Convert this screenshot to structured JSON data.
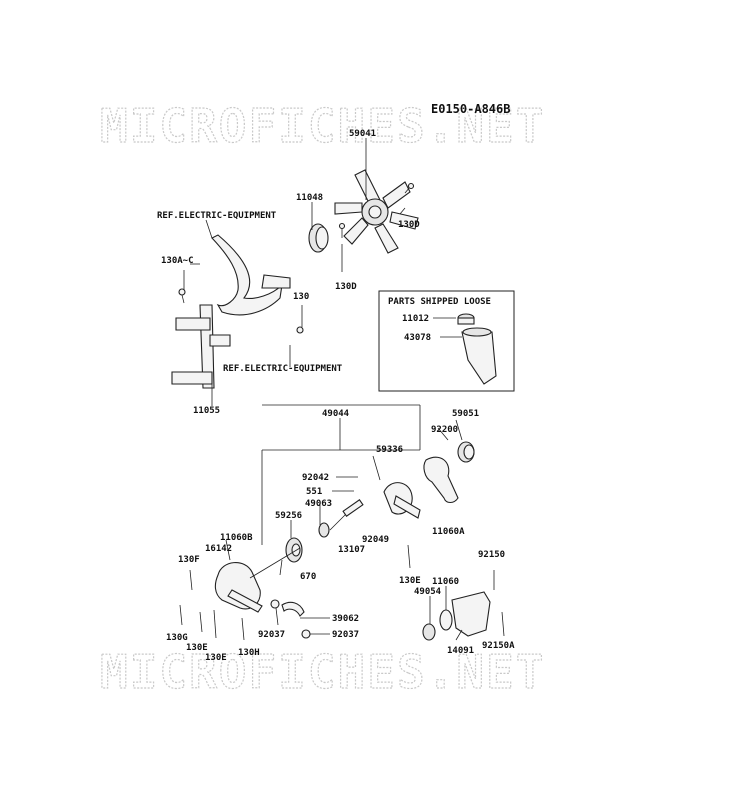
{
  "watermark_top": "MICROFICHES.NET",
  "watermark_bottom": "MICROFICHES.NET",
  "diagram_code": "E0150-A846B",
  "box_title": "PARTS SHIPPED LOOSE",
  "ref_label": "REF.ELECTRIC-EQUIPMENT",
  "labels": {
    "l59041": "59041",
    "l11048": "11048",
    "l130D_a": "130D",
    "l130D_b": "130D",
    "l130Ac": "130A~C",
    "l130": "130",
    "l11055": "11055",
    "l11012": "11012",
    "l43078": "43078",
    "l49044": "49044",
    "l59051": "59051",
    "l92200": "92200",
    "l59336": "59336",
    "l92042": "92042",
    "l551": "551",
    "l49063": "49063",
    "l59256": "59256",
    "l92049": "92049",
    "l13107": "13107",
    "l11060A": "11060A",
    "l11060B": "11060B",
    "l16142": "16142",
    "l130F": "130F",
    "l670": "670",
    "l130E_a": "130E",
    "l11060": "11060",
    "l92150": "92150",
    "l49054": "49054",
    "l39062": "39062",
    "l130G": "130G",
    "l130E_b": "130E",
    "l130E_c": "130E",
    "l130H": "130H",
    "l92037_a": "92037",
    "l92037_b": "92037",
    "l14091": "14091",
    "l92150A": "92150A"
  }
}
